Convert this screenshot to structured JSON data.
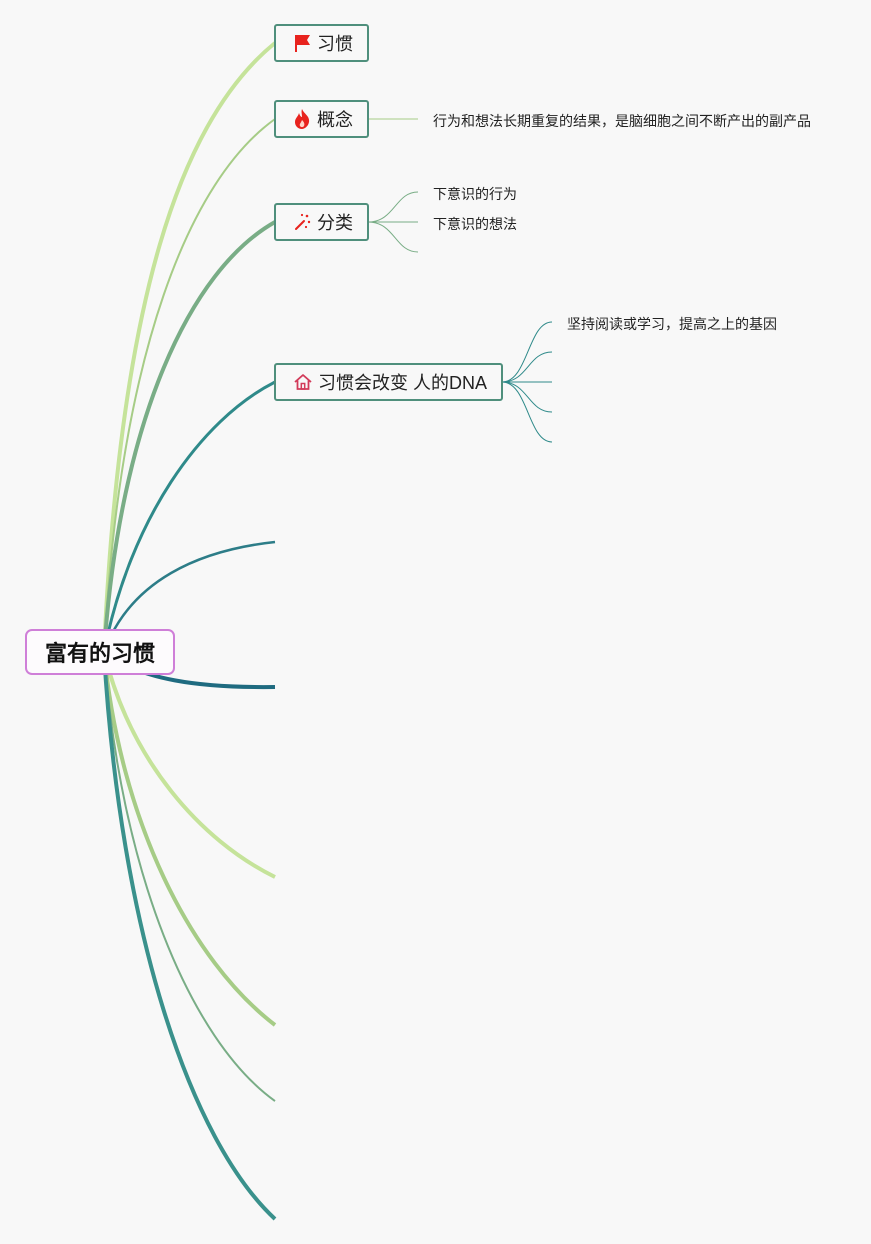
{
  "root": {
    "label": "富有的习惯"
  },
  "branches": [
    {
      "label": "习惯",
      "icon": "flag-icon",
      "color": "#c5e39a"
    },
    {
      "label": "概念",
      "icon": "fire-icon",
      "color": "#a6cc86",
      "children": [
        "行为和想法长期重复的结果，是脑细胞之间不断产出的副产品"
      ]
    },
    {
      "label": "分类",
      "icon": "magic-wand-icon",
      "color": "#79ad86",
      "children": [
        "下意识的行为",
        "下意识的想法",
        ""
      ]
    },
    {
      "label": "习惯会改变 人的DNA",
      "icon": "house-icon",
      "color": "#2f8a8a",
      "children": [
        "坚持阅读或学习，提高之上的基因",
        "",
        "",
        "",
        ""
      ]
    }
  ],
  "colors": {
    "root_border": "#cf7fd8",
    "node_border": "#4f8f7c",
    "background": "#f8f8f8"
  }
}
